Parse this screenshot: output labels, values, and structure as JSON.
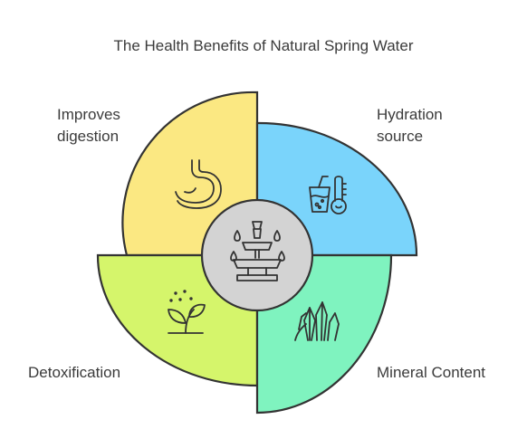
{
  "title": "The Health Benefits of Natural Spring Water",
  "center": {
    "icon": "fountain-icon",
    "color": "#d3d3d3"
  },
  "quadrants": [
    {
      "id": "tl",
      "label_lines": [
        "Improves",
        "digestion"
      ],
      "icon": "stomach-icon",
      "color": "#fbe882"
    },
    {
      "id": "tr",
      "label_lines": [
        "Hydration",
        "source"
      ],
      "icon": "glass-thermometer-icon",
      "color": "#7ad4fb"
    },
    {
      "id": "bl",
      "label_lines": [
        "Detoxification"
      ],
      "icon": "sprout-icon",
      "color": "#d5f56b"
    },
    {
      "id": "br",
      "label_lines": [
        "Mineral Content"
      ],
      "icon": "crystals-icon",
      "color": "#7ff3bf"
    }
  ]
}
